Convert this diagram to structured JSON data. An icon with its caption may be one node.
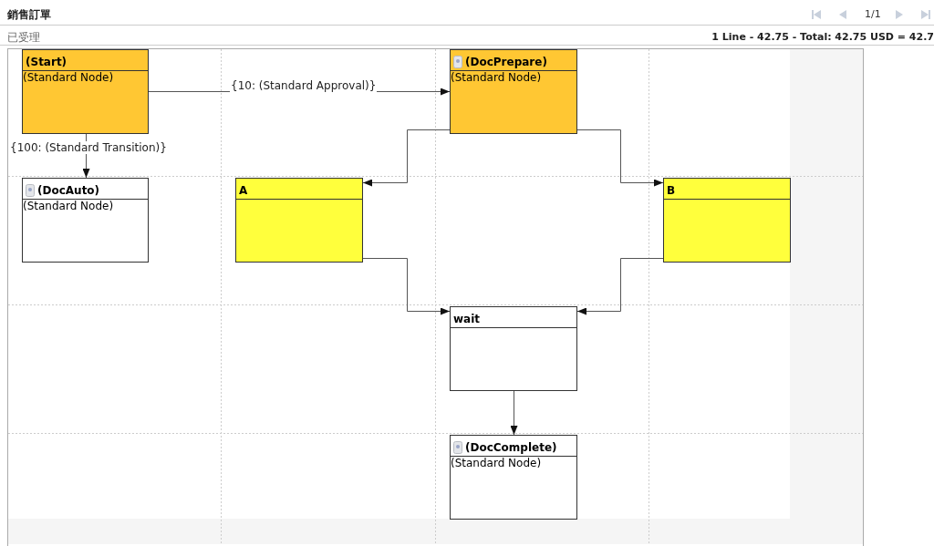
{
  "diagram": {
    "title": "銷售訂單",
    "nodes": [
      {
        "text": [
          "(Start)",
          "(Standard Node)"
        ]
      },
      {
        "text": [
          "(DocPrepare)",
          "(Standard Node)"
        ]
      },
      {
        "text": [
          "(DocAuto)",
          "(Standard Node)"
        ]
      },
      {
        "text": [
          "A"
        ]
      },
      {
        "text": [
          "B"
        ]
      },
      {
        "text": [
          "wait"
        ]
      },
      {
        "text": [
          "(DocComplete)",
          "(Standard Node)"
        ]
      }
    ],
    "edges": [
      {
        "from": 0,
        "to": 1,
        "arrow": "to",
        "label": "{10: (Standard Approval)}"
      },
      {
        "from": 0,
        "to": 2,
        "arrow": "to",
        "label": "{100: (Standard Transition)}"
      },
      {
        "from": 1,
        "to": 3,
        "arrow": "to"
      },
      {
        "from": 1,
        "to": 4,
        "arrow": "to"
      },
      {
        "from": 3,
        "to": 5,
        "arrow": "to"
      },
      {
        "from": 4,
        "to": 5,
        "arrow": "to"
      },
      {
        "from": 5,
        "to": 6,
        "arrow": "to"
      }
    ],
    "labels": [
      "1/1",
      "已受理",
      "1 Line - 42.75 - Total: 42.75 USD = 42.7"
    ]
  }
}
